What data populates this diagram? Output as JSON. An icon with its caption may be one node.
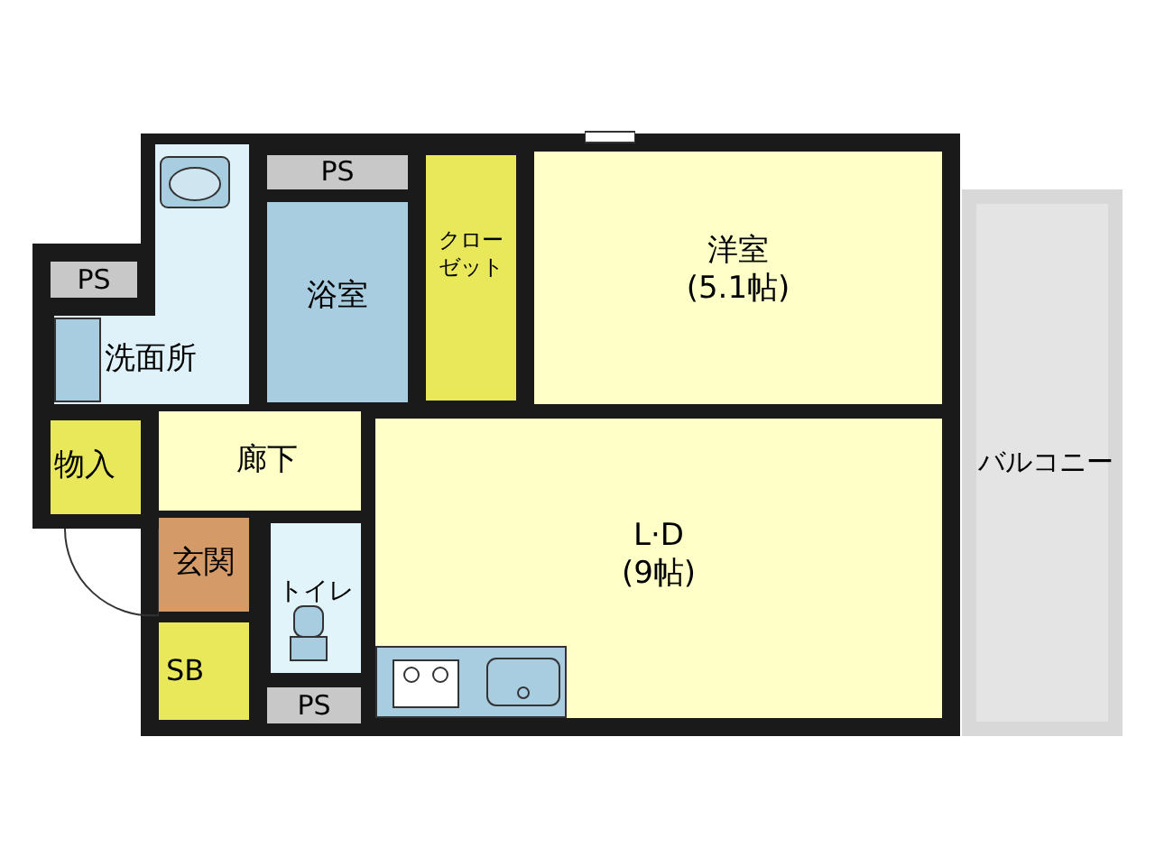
{
  "diagram": {
    "nodes": [
      {
        "text": [
          "PS"
        ]
      },
      {
        "text": [
          "PS"
        ]
      },
      {
        "text": [
          "洗面所"
        ]
      },
      {
        "text": [
          "浴室"
        ]
      },
      {
        "text": [
          "クローゼット"
        ]
      },
      {
        "text": [
          "洋室",
          "(5.1帖)"
        ]
      },
      {
        "text": [
          "物入"
        ]
      },
      {
        "text": [
          "廊下"
        ]
      },
      {
        "text": [
          "玄関"
        ]
      },
      {
        "text": [
          "トイレ"
        ]
      },
      {
        "text": [
          "SB"
        ]
      },
      {
        "text": [
          "PS"
        ]
      },
      {
        "text": [
          "L·D",
          "(9帖)"
        ]
      },
      {
        "text": [
          "バルコニー"
        ]
      }
    ]
  }
}
